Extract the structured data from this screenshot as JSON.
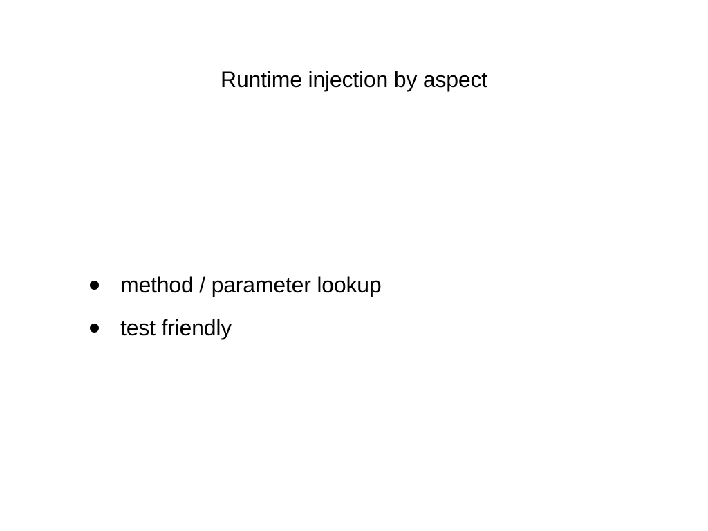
{
  "slide": {
    "title": "Runtime injection by aspect",
    "bullets": [
      "method / parameter lookup",
      "test friendly"
    ]
  }
}
